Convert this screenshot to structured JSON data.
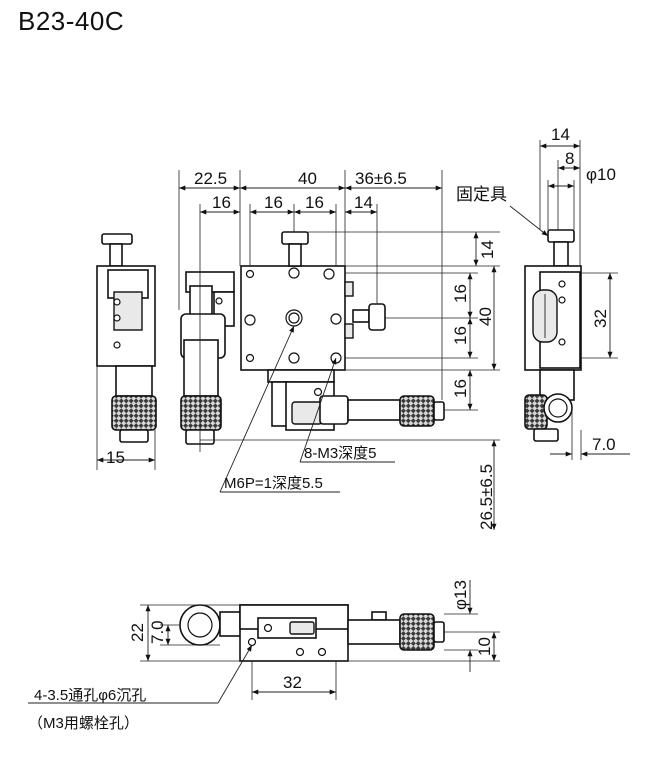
{
  "title": "B23-40C",
  "top_view": {
    "dims_top": [
      "22.5",
      "40",
      "36±6.5"
    ],
    "dims_second": [
      "16",
      "16",
      "16",
      "14"
    ],
    "dims_right": [
      "14",
      "16",
      "40",
      "16",
      "16"
    ],
    "dim_bottom_left": "15",
    "dim_vertical_long": "26.5±6.5",
    "callout_m3": "8-M3深度5",
    "callout_m6": "M6P=1深度5.5"
  },
  "side_view": {
    "dims_top": [
      "14",
      "8",
      "φ10"
    ],
    "label_fixture": "固定具",
    "dim_right": "32",
    "dim_bottom": "7.0"
  },
  "front_view": {
    "dims_left": [
      "22",
      "7.0"
    ],
    "dim_right_dia": "φ13",
    "dim_right": "10",
    "dim_bottom": "32",
    "hole_note_line1": "4-3.5通孔φ6沉孔",
    "hole_note_line2": "（M3用螺栓孔）"
  }
}
